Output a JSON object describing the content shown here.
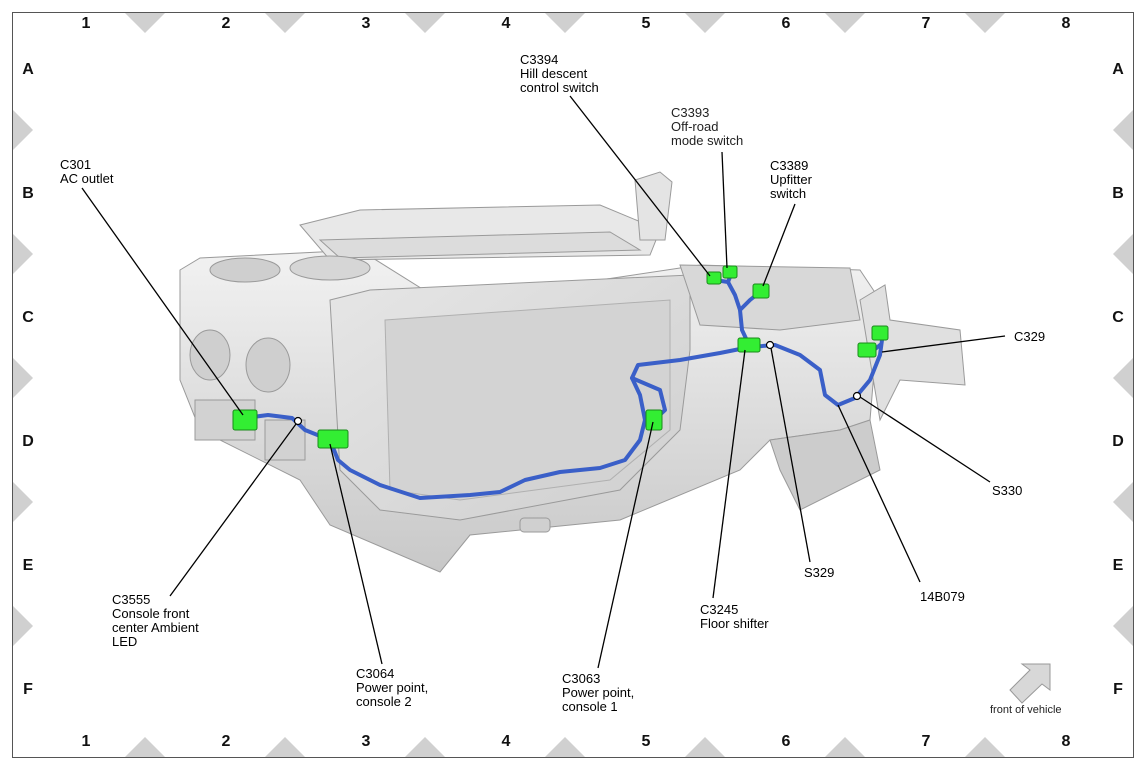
{
  "grid": {
    "columns": [
      "1",
      "2",
      "3",
      "4",
      "5",
      "6",
      "7",
      "8"
    ],
    "rows": [
      "A",
      "B",
      "C",
      "D",
      "E",
      "F"
    ]
  },
  "callouts": {
    "c301": "C301\nAC outlet",
    "c3394": "C3394\nHill descent\ncontrol switch",
    "c3393": "C3393\nOff-road\nmode switch",
    "c3389": "C3389\nUpfitter\nswitch",
    "c329": "C329",
    "s330": "S330",
    "s329": "S329",
    "b14079": "14B079",
    "c3245": "C3245\nFloor shifter",
    "c3063": "C3063\nPower point,\nconsole 1",
    "c3064": "C3064\nPower point,\nconsole 2",
    "c3555": "C3555\nConsole front\ncenter Ambient\nLED"
  },
  "orientation": {
    "label": "front of vehicle"
  },
  "colors": {
    "connector": "#33ee33",
    "harness": "#3a5fc8",
    "console": "#d9d9d9",
    "border_marker": "#cfcfcf"
  }
}
